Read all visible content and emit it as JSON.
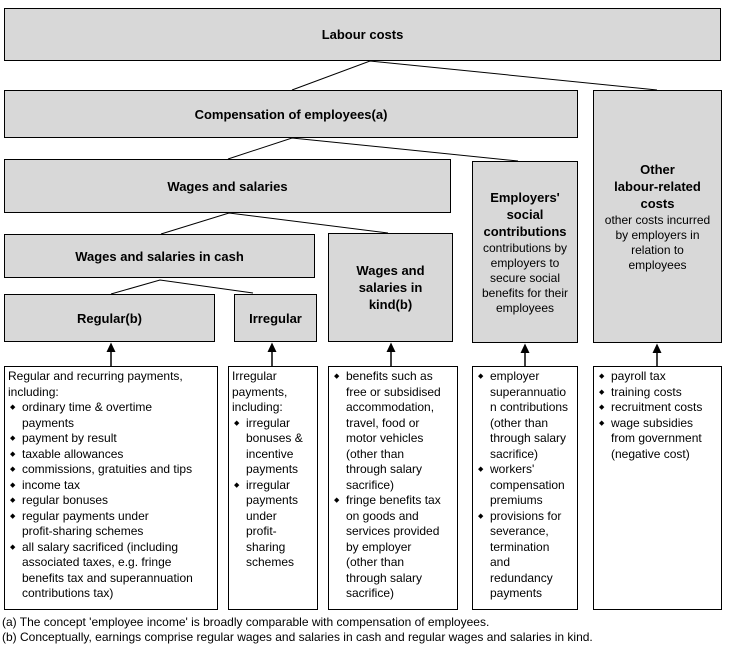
{
  "icons": {
    "bullet": "◆"
  },
  "diagram": {
    "labour_costs": "Labour costs",
    "compensation": "Compensation of employees(a)",
    "wages_salaries": "Wages and salaries",
    "cash": "Wages and salaries in cash",
    "regular": "Regular(b)",
    "irregular": "Irregular",
    "kind": "Wages and\nsalaries in\nkind(b)",
    "employers_social": {
      "title": "Employers'\nsocial\ncontributions",
      "desc": "contributions by\nemployers to\nsecure social\nbenefits for their\nemployees"
    },
    "other_costs": {
      "title": "Other\nlabour-related\ncosts",
      "desc": "other costs incurred\nby employers in\nrelation to\nemployees"
    }
  },
  "details": {
    "regular": {
      "intro": "Regular and recurring payments,\nincluding:",
      "bullets": [
        "ordinary time & overtime\npayments",
        "payment by result",
        "taxable allowances",
        "commissions, gratuities and tips",
        "income tax",
        "regular bonuses",
        "regular payments under\nprofit-sharing schemes",
        "all salary sacrificed (including\nassociated taxes, e.g. fringe\nbenefits tax and superannuation\ncontributions tax)"
      ]
    },
    "irregular": {
      "intro": "Irregular\npayments,\nincluding:",
      "bullets": [
        "irregular\nbonuses &\nincentive\npayments",
        "irregular\npayments\nunder\nprofit-\nsharing\nschemes"
      ]
    },
    "kind": {
      "bullets": [
        "benefits such as\nfree or subsidised\naccommodation,\ntravel, food or\nmotor vehicles\n(other than\nthrough salary\nsacrifice)",
        "fringe benefits tax\non goods and\nservices provided\nby employer\n(other than\nthrough salary\nsacrifice)"
      ]
    },
    "employers_social": {
      "bullets": [
        "employer\nsuperannuatio\nn contributions\n(other than\nthrough salary\nsacrifice)",
        "workers'\ncompensation\npremiums",
        "provisions for\nseverance,\ntermination\nand\nredundancy\npayments"
      ]
    },
    "other": {
      "bullets": [
        "payroll tax",
        "training costs",
        "recruitment costs",
        "wage subsidies\nfrom government\n(negative cost)"
      ]
    }
  },
  "footnotes": {
    "a": "(a) The concept 'employee income' is broadly comparable with compensation of employees.",
    "b": "(b) Conceptually, earnings comprise regular wages and salaries in cash and regular wages and salaries in kind."
  }
}
